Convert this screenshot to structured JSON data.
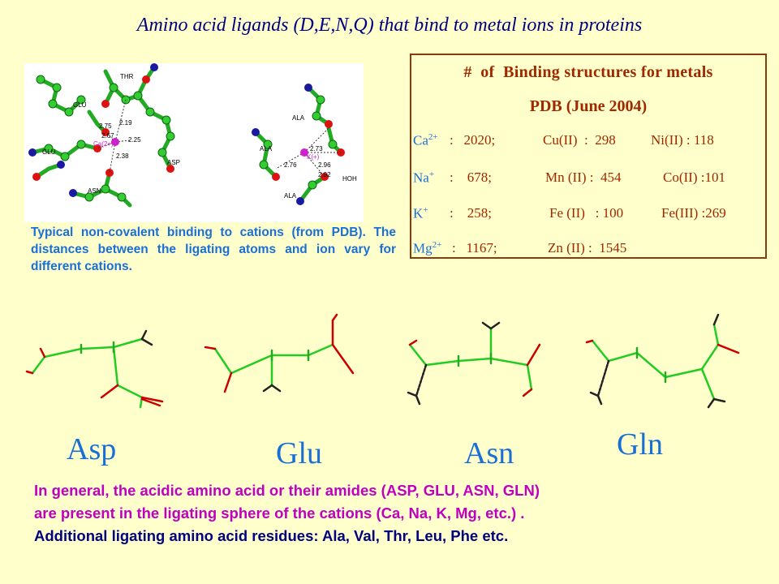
{
  "title": "Amino acid ligands (D,E,N,Q) that bind to metal ions in proteins",
  "structure_image": {
    "labels": [
      "THR",
      "GLU",
      "GLU",
      "ASN",
      "ASP",
      "ALA",
      "ALA",
      "ALA",
      "HOH"
    ],
    "distances_left": [
      "2.19",
      "2.75",
      "2.67",
      "2.25",
      "2.38"
    ],
    "ion_left": "Ca(2+)",
    "distances_right": [
      "2.73",
      "2.76",
      "2.96",
      "2.92"
    ],
    "ion_right": "K(+)"
  },
  "caption": "Typical non-covalent binding to cations (from PDB). The distances between the ligating atoms and  ion vary for different cations.",
  "table": {
    "heading": "#  of  Binding structures for metals",
    "subheading": "PDB (June 2004)",
    "rows": [
      {
        "ion": "Ca",
        "charge": "2+",
        "count": ":   2020;",
        "m1": "Cu(II)  :  298",
        "m2": "Ni(II) : 118"
      },
      {
        "ion": "Na",
        "charge": "+",
        "count": ":    678;",
        "m1": "Mn (II) :  454",
        "m2": "Co(II) :101"
      },
      {
        "ion": "K",
        "charge": "+",
        "count": ":    258;",
        "m1": "Fe (II)   : 100",
        "m2": "Fe(III) :269"
      },
      {
        "ion": "Mg",
        "charge": "2+",
        "count": ":   1167;",
        "m1": "Zn (II) :  1545",
        "m2": ""
      }
    ]
  },
  "amino_acids": [
    "Asp",
    "Glu",
    "Asn",
    "Gln"
  ],
  "footer": {
    "line1": "In general, the acidic amino acid or their amides (ASP, GLU, ASN, GLN)",
    "line2": "are present in the ligating sphere of the cations (Ca, Na, K,  Mg,   etc.) .",
    "line3": "Additional ligating  amino acid residues: Ala, Val, Thr,  Leu, Phe etc."
  },
  "colors": {
    "title": "#000080",
    "caption": "#1a6fd6",
    "table": "#a02800",
    "bond": "#22cc22",
    "oxygen": "#cc0000",
    "nitrogen": "#1010a0"
  }
}
